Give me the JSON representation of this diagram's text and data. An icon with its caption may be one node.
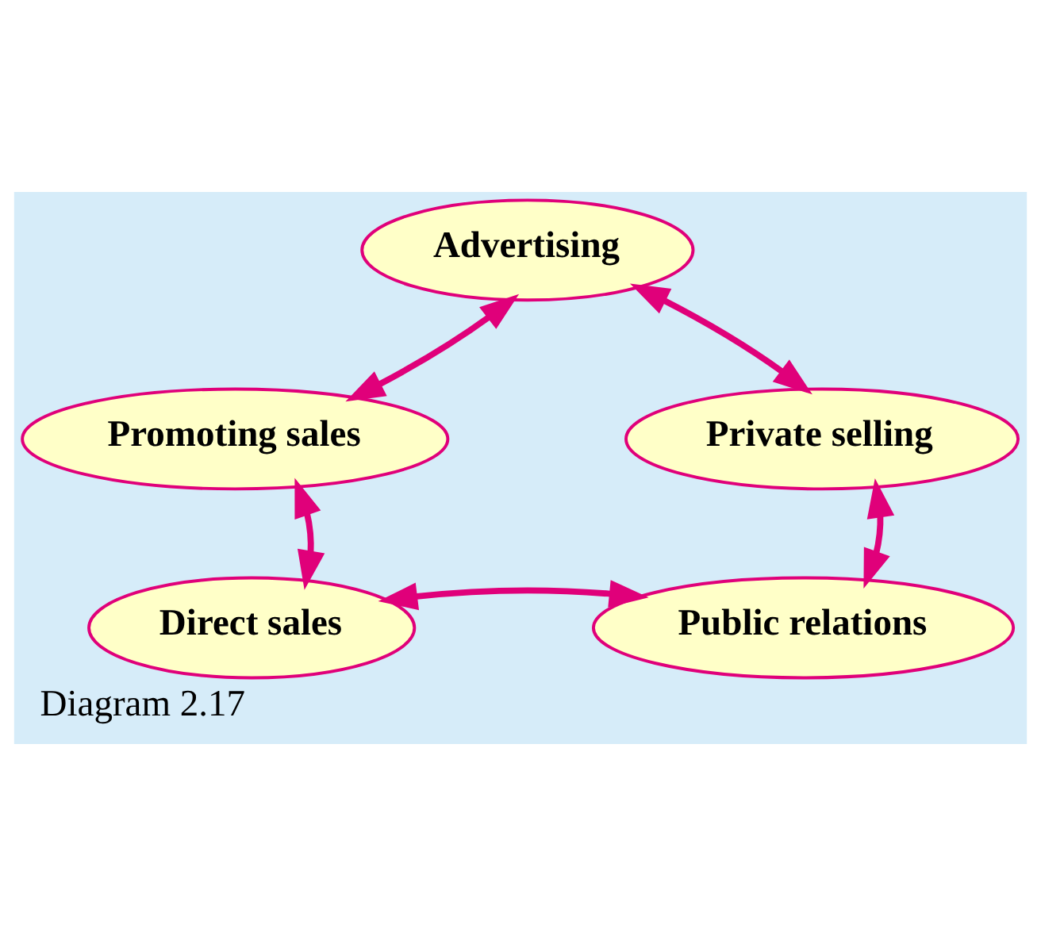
{
  "diagram": {
    "caption": "Diagram 2.17",
    "nodes": [
      {
        "text": [
          "Advertising"
        ]
      },
      {
        "text": [
          "Private selling"
        ]
      },
      {
        "text": [
          "Public relations"
        ]
      },
      {
        "text": [
          "Direct sales"
        ]
      },
      {
        "text": [
          "Promoting sales"
        ]
      }
    ],
    "edges": [
      {
        "from": 0,
        "to": 1,
        "arrow": "both"
      },
      {
        "from": 1,
        "to": 2,
        "arrow": "both"
      },
      {
        "from": 2,
        "to": 3,
        "arrow": "both"
      },
      {
        "from": 3,
        "to": 4,
        "arrow": "both"
      },
      {
        "from": 4,
        "to": 0,
        "arrow": "both"
      }
    ]
  }
}
